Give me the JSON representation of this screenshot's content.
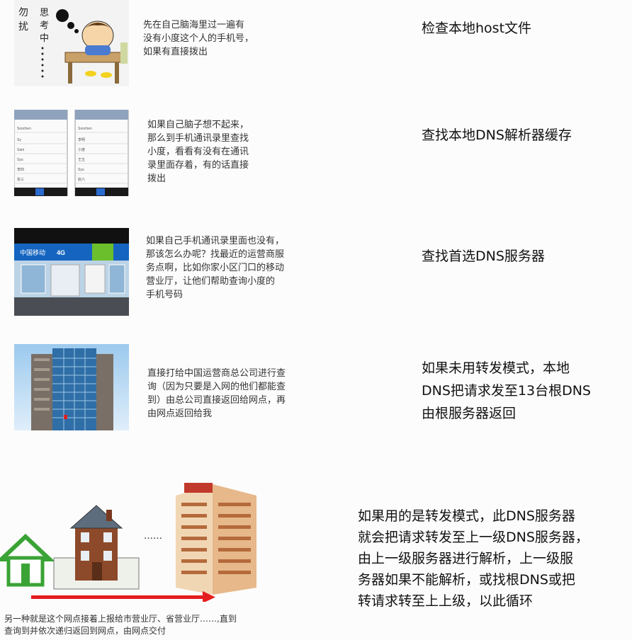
{
  "steps": [
    {
      "description": "先在自己脑海里过一遍有\n没有小度这个人的手机号，\n如果有直接拨出",
      "title": "检查本地host文件",
      "image_icon": "thinking-boy-illustration",
      "handwriting": {
        "left": "勿扰",
        "right": "思考中"
      }
    },
    {
      "description": "如果自己脑子想不起来，\n那么到手机通讯录里查找\n小度，看看有没有在通讯\n录里面存着，有的话直接\n拨出",
      "title": "查找本地DNS解析器缓存",
      "image_icon": "phone-contacts-screenshots"
    },
    {
      "description": "如果自己手机通讯录里面也没有，\n那该怎么办呢？找最近的运营商服\n务点啊，比如你家小区门口的移动\n营业厅，让他们帮助查询小度的\n手机号码",
      "title": "查找首选DNS服务器",
      "image_icon": "mobile-store-photo"
    },
    {
      "description": "直接打给中国运营商总公司进行查\n询（因为只要是入网的他们都能查\n到）由总公司直接返回给网点，再\n由网点返回给我",
      "title": "如果未用转发模式，本地\nDNS把请求发至13台根DNS\n由根服务器返回",
      "image_icon": "office-tower-photo"
    }
  ],
  "forwarding": {
    "ellipsis": "……",
    "caption": "另一种就是这个网点接着上报给市营业厅、省营业厅……,直到\n查询到并依次递归返回到网点，由网点交付",
    "description": "如果用的是转发模式，此DNS服务器\n就会把请求转发至上一级DNS服务器，\n由上一级服务器进行解析，上一级服\n务器如果不能解析，或找根DNS或把\n转请求转至上上级，以此循环",
    "arrow_color": "#e41e1e",
    "icons": [
      "green-house-icon",
      "brick-house-icon",
      "apartment-tower-icon",
      "red-arrow-icon"
    ]
  }
}
